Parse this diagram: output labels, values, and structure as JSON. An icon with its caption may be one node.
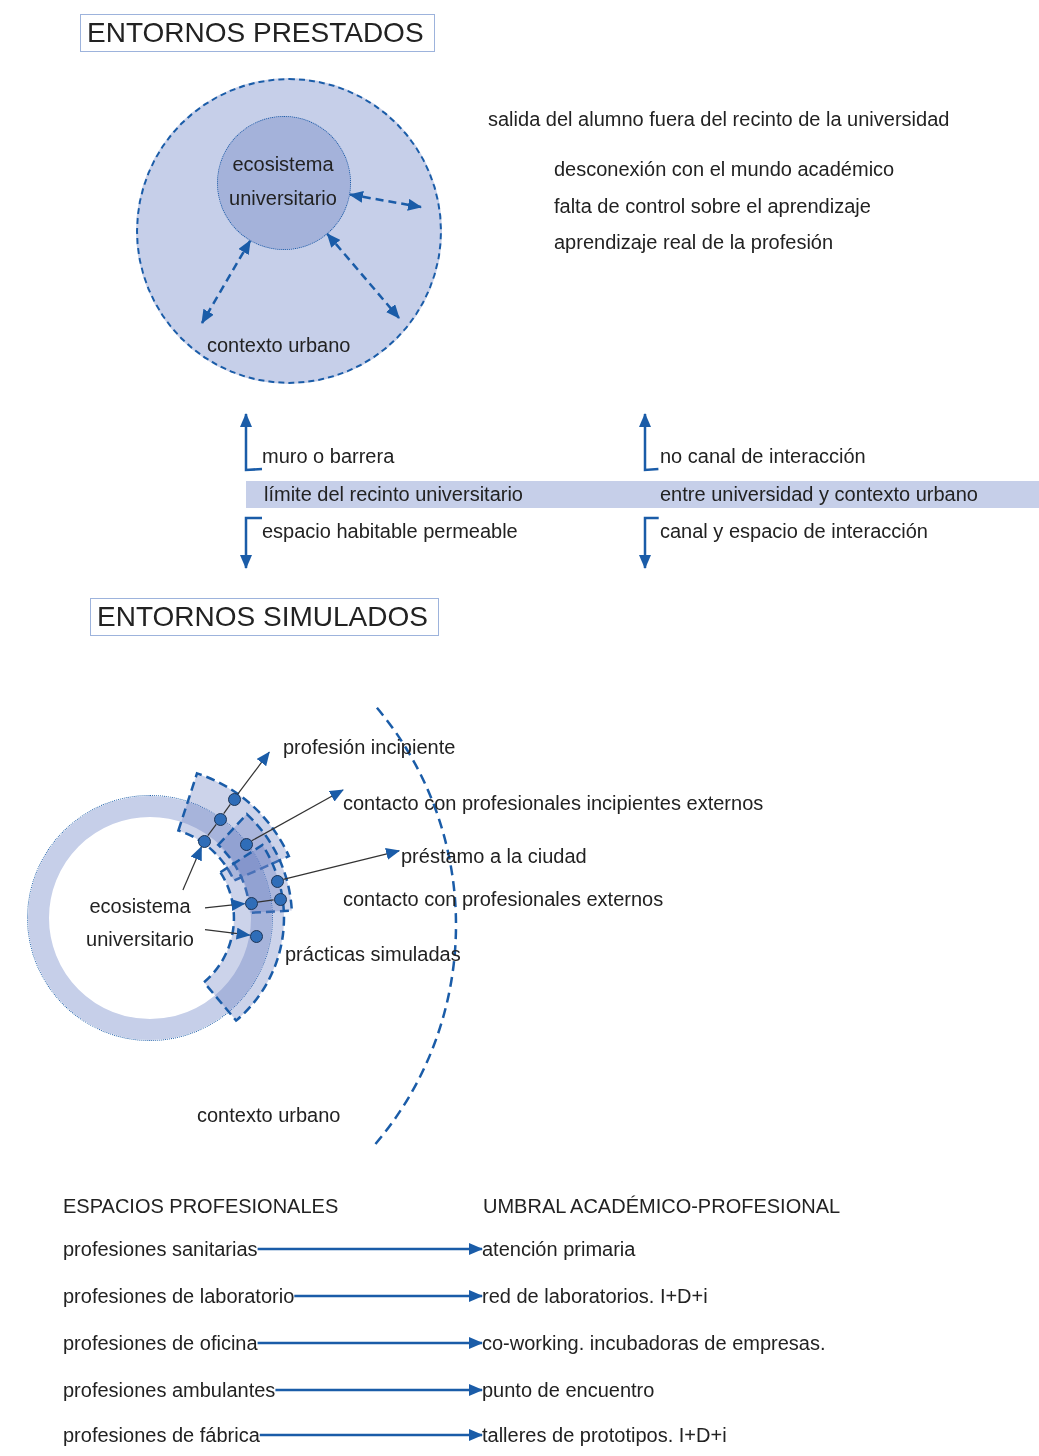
{
  "diagram": {
    "nodes": [
      {
        "text": [
          "ENTORNOS PRESTADOS"
        ]
      },
      {
        "text": [
          "contexto urbano"
        ]
      },
      {
        "text": [
          "ecosistema universitario"
        ],
        "in": 1
      },
      {
        "text": [
          "muro o barrera"
        ]
      },
      {
        "text": [
          "no canal de interacción"
        ]
      },
      {
        "text": [
          "límite del recinto universitario",
          "entre universidad y contexto urbano"
        ]
      },
      {
        "text": [
          "espacio habitable permeable"
        ]
      },
      {
        "text": [
          "canal y espacio de interacción"
        ]
      },
      {
        "text": [
          "ENTORNOS SIMULADOS"
        ]
      },
      {
        "text": [
          "profesión incipiente"
        ]
      },
      {
        "text": [
          "contacto con profesionales incipientes externos"
        ]
      },
      {
        "text": [
          "préstamo a la ciudad"
        ]
      },
      {
        "text": [],
        "shape": "circle"
      },
      {
        "text": [],
        "shape": "circle"
      },
      {
        "text": [],
        "shape": "circle",
        "in": 12
      },
      {
        "text": [],
        "shape": "circle",
        "in": 12
      },
      {
        "text": [],
        "shape": "circle",
        "in": 12
      },
      {
        "text": [],
        "shape": "circle"
      },
      {
        "text": [],
        "shape": "circle"
      },
      {
        "text": [],
        "shape": "circle",
        "in": 12
      },
      {
        "text": [],
        "shape": "circle",
        "in": 12
      },
      {
        "text": [
          "profesiones sanitarias"
        ]
      },
      {
        "text": [
          "atención primaria"
        ]
      },
      {
        "text": [
          "profesiones de laboratorio"
        ]
      },
      {
        "text": [
          "red de laboratorios. I+D+i"
        ]
      },
      {
        "text": [
          "profesiones de oficina"
        ]
      },
      {
        "text": [
          "co-working. incubadoras de empresas."
        ]
      },
      {
        "text": [
          "profesiones ambulantes"
        ]
      },
      {
        "text": [
          "punto de encuentro"
        ]
      },
      {
        "text": [
          "profesiones de fábrica"
        ]
      },
      {
        "text": [
          "talleres de prototipos. I+D+i"
        ]
      },
      {
        "text": [
          "ecosistema universitario"
        ],
        "in": 12
      }
    ],
    "edges": [
      {
        "from": 2,
        "to": null,
        "arrow": "both",
        "style": "dashed"
      },
      {
        "from": 2,
        "to": null,
        "arrow": "both",
        "style": "dashed"
      },
      {
        "from": 2,
        "to": null,
        "arrow": "both",
        "style": "dashed"
      },
      {
        "from": 3,
        "to": null,
        "arrow": "to"
      },
      {
        "from": 4,
        "to": null,
        "arrow": "to"
      },
      {
        "from": 6,
        "to": null,
        "arrow": "to"
      },
      {
        "from": 7,
        "to": null,
        "arrow": "to"
      },
      {
        "from": 31,
        "to": 15,
        "arrow": "to",
        "color": "#333333"
      },
      {
        "from": 15,
        "to": 14,
        "arrow": "none",
        "color": "#333333"
      },
      {
        "from": 14,
        "to": 13,
        "arrow": "none",
        "color": "#333333"
      },
      {
        "from": 13,
        "to": 9,
        "arrow": "to",
        "color": "#333333"
      },
      {
        "from": 16,
        "to": 10,
        "arrow": "to",
        "color": "#333333"
      },
      {
        "from": 17,
        "to": 11,
        "arrow": "to",
        "color": "#333333"
      },
      {
        "from": 31,
        "to": 19,
        "arrow": "to",
        "color": "#333333"
      },
      {
        "from": 19,
        "to": 18,
        "arrow": "none",
        "color": "#333333"
      },
      {
        "from": 31,
        "to": 20,
        "arrow": "to",
        "color": "#333333"
      },
      {
        "from": 21,
        "to": 22,
        "arrow": "to"
      },
      {
        "from": 23,
        "to": 24,
        "arrow": "to"
      },
      {
        "from": 25,
        "to": 26,
        "arrow": "to"
      },
      {
        "from": 27,
        "to": 28,
        "arrow": "to"
      },
      {
        "from": 29,
        "to": 30,
        "arrow": "to"
      }
    ],
    "labels": [
      "salida del alumno fuera del recinto de la universidad",
      "desconexión con el mundo académico",
      "falta de control sobre el aprendizaje",
      "aprendizaje real de la profesión",
      "contacto con profesionales externos",
      "prácticas simuladas",
      "contexto urbano",
      "ESPACIOS PROFESIONALES",
      "UMBRAL ACADÉMICO-PROFESIONAL"
    ]
  }
}
